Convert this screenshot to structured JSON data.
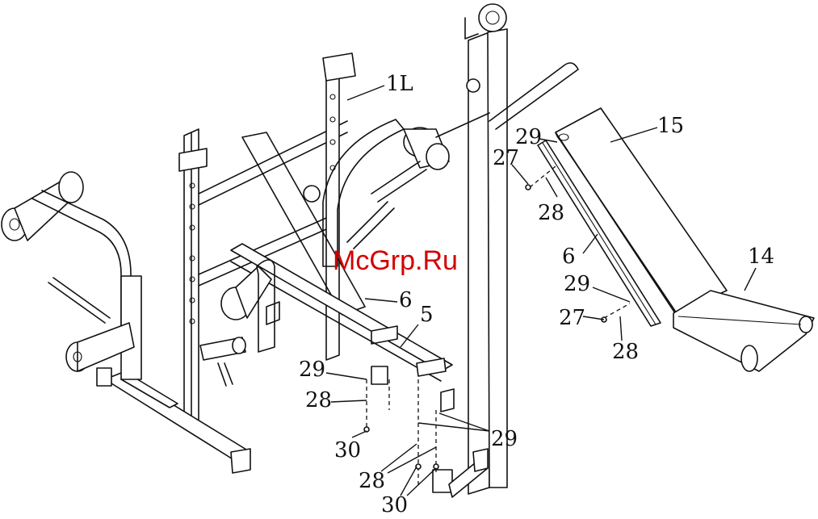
{
  "watermark": "McGrp.Ru",
  "callouts": {
    "c1L": "1L",
    "c15": "15",
    "c14": "14",
    "c6a": "6",
    "c6b": "6",
    "c5": "5",
    "c29a": "29",
    "c27a": "27",
    "c28a": "28",
    "c29b": "29",
    "c27b": "27",
    "c28b": "28",
    "c29c": "29",
    "c28c": "28",
    "c30a": "30",
    "c29d": "29",
    "c28d": "28",
    "c30b": "30"
  }
}
